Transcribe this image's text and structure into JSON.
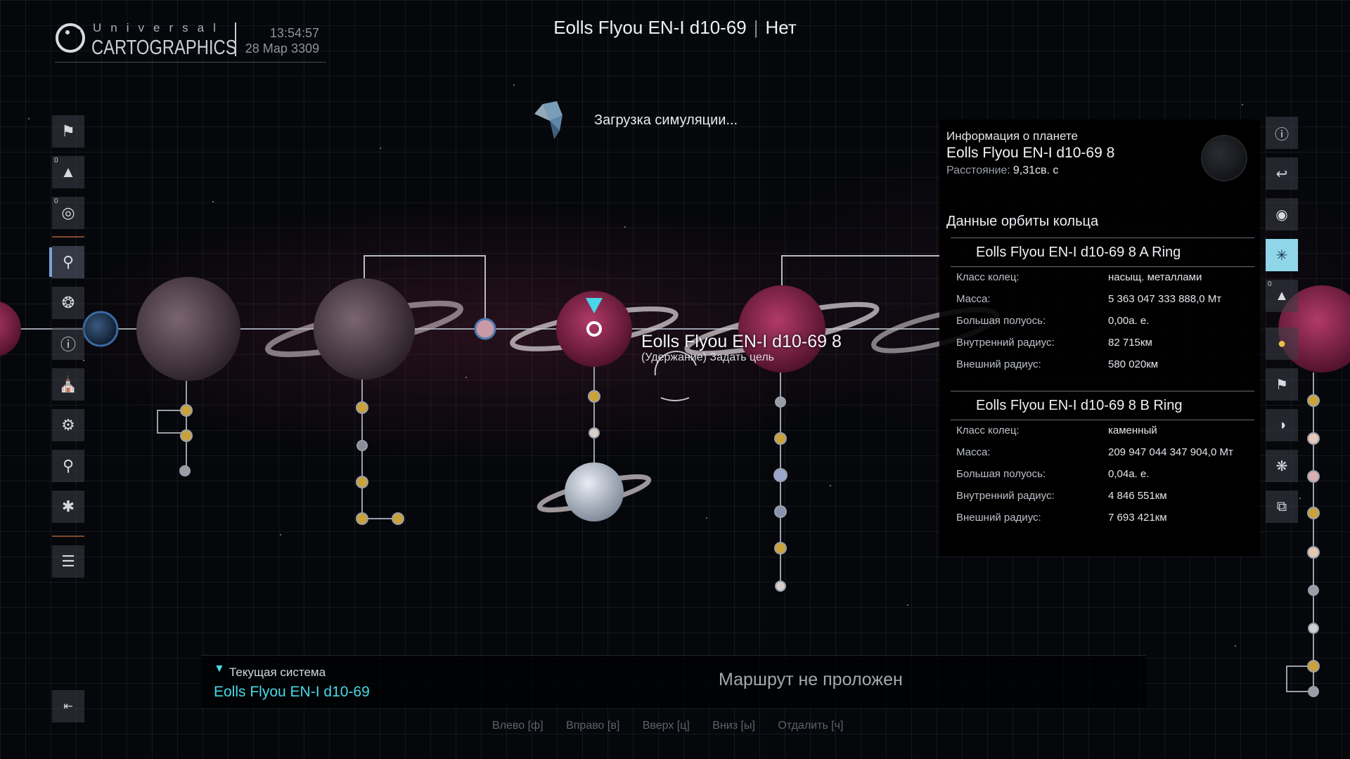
{
  "header": {
    "brand_top": "Universal",
    "brand_main": "CARTOGRAPHICS",
    "time": "13:54:57",
    "date": "28 Мар 3309",
    "system_name": "Eolls Flyou EN-I d10-69",
    "system_status": "Нет"
  },
  "loading": {
    "text": "Загрузка симуляции..."
  },
  "left_toolbar": [
    {
      "name": "bookmark-icon"
    },
    {
      "name": "landing-zone-icon",
      "badge": "0"
    },
    {
      "name": "globe-icon",
      "badge": "0"
    },
    {
      "name": "system-map-icon"
    },
    {
      "name": "orrery-icon"
    },
    {
      "name": "info-icon"
    },
    {
      "name": "bank-icon"
    },
    {
      "name": "gear-icon"
    },
    {
      "name": "location-pin-icon"
    },
    {
      "name": "codex-icon"
    },
    {
      "name": "list-icon"
    }
  ],
  "right_toolbar": [
    {
      "name": "info-icon"
    },
    {
      "name": "landing-back-icon"
    },
    {
      "name": "target-planet-icon"
    },
    {
      "name": "rings-icon"
    },
    {
      "name": "landing-zone-icon",
      "badge": "0"
    },
    {
      "name": "pin-icon"
    },
    {
      "name": "bookmark-add-icon"
    },
    {
      "name": "planet-phase-icon"
    },
    {
      "name": "network-icon"
    },
    {
      "name": "layers-icon"
    }
  ],
  "panel": {
    "label": "Информация о планете",
    "planet_name": "Eolls Flyou EN-I d10-69 8",
    "distance_label": "Расстояние:",
    "distance_value": "9,31св. с",
    "section_title": "Данные орбиты кольца",
    "rings": [
      {
        "name": "Eolls Flyou EN-I d10-69 8 A Ring",
        "rows": [
          {
            "k": "Класс колец:",
            "v": "насыщ. металлами"
          },
          {
            "k": "Масса:",
            "v": "5 363 047 333 888,0 Мт"
          },
          {
            "k": "Большая полуось:",
            "v": "0,00а. е."
          },
          {
            "k": "Внутренний радиус:",
            "v": "82 715км"
          },
          {
            "k": "Внешний радиус:",
            "v": "580 020км"
          }
        ]
      },
      {
        "name": "Eolls Flyou EN-I d10-69 8 B Ring",
        "rows": [
          {
            "k": "Класс колец:",
            "v": "каменный"
          },
          {
            "k": "Масса:",
            "v": "209 947 044 347 904,0 Мт"
          },
          {
            "k": "Большая полуось:",
            "v": "0,04а. е."
          },
          {
            "k": "Внутренний радиус:",
            "v": "4 846 551км"
          },
          {
            "k": "Внешний радиус:",
            "v": "7 693 421км"
          }
        ]
      }
    ]
  },
  "target": {
    "name": "Eolls Flyou EN-I d10-69 8",
    "hint": "(Удержание) Задать цель"
  },
  "route": {
    "current_label": "Текущая система",
    "current_name": "Eolls Flyou EN-I d10-69",
    "message": "Маршрут не проложен"
  },
  "keys": [
    "Влево [ф]",
    "Вправо [в]",
    "Вверх [ц]",
    "Вниз [ы]",
    "Отдалить [ч]"
  ],
  "colors": {
    "accent": "#48d7e8",
    "selected": "#8fd6e8",
    "moon": "#c9a23a"
  }
}
